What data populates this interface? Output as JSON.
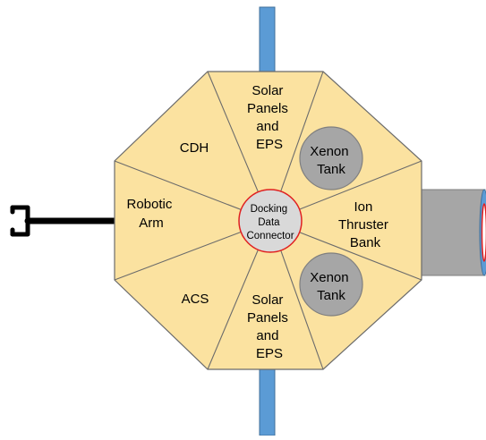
{
  "colors": {
    "body_fill": "#fbe2a0",
    "body_stroke": "#6b6b6b",
    "panel_blue": "#5b9bd5",
    "panel_stroke": "#3f6f9a",
    "tank_fill": "#a6a6a6",
    "tank_stroke": "#7f7f7f",
    "thruster_fill": "#a6a6a6",
    "connector_fill": "#d9d9d9",
    "connector_stroke": "#e02020",
    "arm_color": "#000000"
  },
  "labels": {
    "solar_top": [
      "Solar",
      "Panels",
      "and",
      "EPS"
    ],
    "solar_bottom": [
      "Solar",
      "Panels",
      "and",
      "EPS"
    ],
    "cdh": [
      "CDH"
    ],
    "robotic_arm": [
      "Robotic",
      "Arm"
    ],
    "acs": [
      "ACS"
    ],
    "ion_thruster": [
      "Ion",
      "Thruster",
      "Bank"
    ],
    "xenon_tank_top": [
      "Xenon",
      "Tank"
    ],
    "xenon_tank_bottom": [
      "Xenon",
      "Tank"
    ],
    "docking_connector": [
      "Docking",
      "Data",
      "Connector"
    ]
  }
}
